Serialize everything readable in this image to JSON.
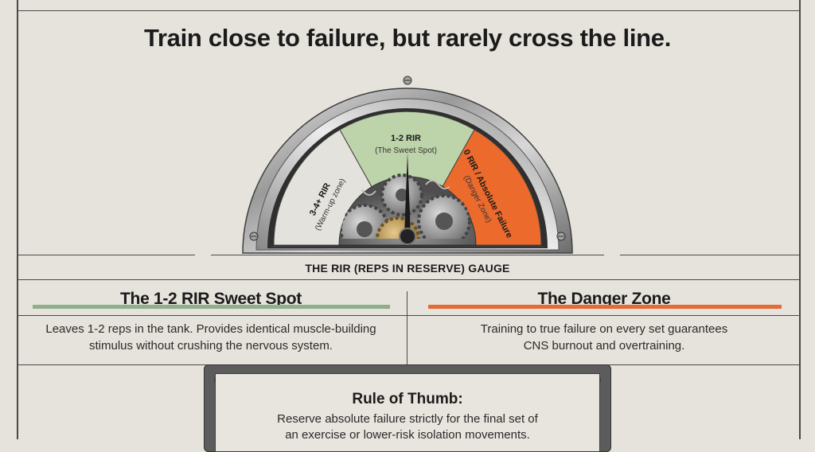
{
  "title": "Train close to failure, but rarely cross the line.",
  "gauge": {
    "caption": "THE RIR (REPS IN RESERVE) GAUGE",
    "zones": [
      {
        "label": "3-4+ RIR",
        "sub": "(Warm-up zone)",
        "color": "#e4e2dd"
      },
      {
        "label": "1-2 RIR",
        "sub": "(The Sweet Spot)",
        "color": "#bdd3a9"
      },
      {
        "label": "0 RIR / Absolute Failure",
        "sub": "(Danger Zone)",
        "color": "#ec6a2c"
      }
    ],
    "needle_zone": "1-2 RIR"
  },
  "sweet_spot": {
    "heading": "The 1-2 RIR Sweet Spot",
    "accent": "#8fae8a",
    "text_line1": "Leaves 1-2 reps in the tank. Provides identical muscle-building",
    "text_line2": "stimulus without crushing the nervous system."
  },
  "danger_zone": {
    "heading": "The Danger Zone",
    "accent": "#e46a36",
    "text_line1": "Training to true failure on every set guarantees",
    "text_line2": "CNS burnout and overtraining."
  },
  "rule_of_thumb": {
    "title": "Rule of Thumb:",
    "text_line1": "Reserve absolute failure strictly for the final set of",
    "text_line2": "an exercise or lower-risk isolation movements."
  }
}
